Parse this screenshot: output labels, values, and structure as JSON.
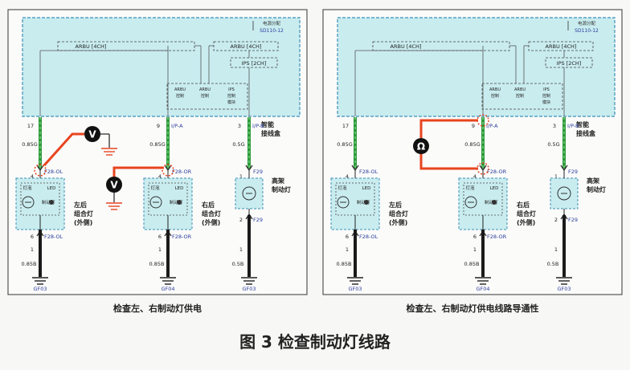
{
  "figure_caption": "图 3 检查制动灯线路",
  "panels": [
    {
      "caption": "检查左、右制动灯供电",
      "power_ref_title": "电源分配",
      "power_ref_code": "SD110-12",
      "arbu_label": "ARBU [4CH]",
      "arbu2_label": "ARBU [4CH]",
      "ips_label": "IPS [2CH]",
      "sub_labels": [
        {
          "l1": "ARBU",
          "l2": "控制"
        },
        {
          "l1": "ARBU",
          "l2": "控制"
        },
        {
          "l1": "IPS",
          "l2": "控制",
          "l3": "模块"
        }
      ],
      "junction_box": {
        "l1": "智能",
        "l2": "接线盒"
      },
      "pins_top": [
        "17",
        "9",
        "3"
      ],
      "connectors_top": [
        "",
        "I/P-A",
        "I/P-B"
      ],
      "wire_top": [
        "0.85G",
        "0.85G",
        "0.5G"
      ],
      "lamp_connectors": [
        "F28-OL",
        "F28-OR",
        "F29"
      ],
      "lamp_pins_top": [
        "4",
        "4",
        "1"
      ],
      "lamp_inner": {
        "a": "灯泡",
        "b": "LED"
      },
      "lamp_labels": [
        {
          "l1": "左后",
          "l2": "组合灯",
          "l3": "(外侧)"
        },
        {
          "l1": "右后",
          "l2": "组合灯",
          "l3": "(外侧)"
        },
        {
          "l1": "高架",
          "l2": "制动灯",
          "l3": ""
        }
      ],
      "lamp_inner_label": "制动灯",
      "lamp_pins_bottom": [
        "6",
        "6",
        "2"
      ],
      "lamp_connectors_bottom": [
        "F28-OL",
        "F28-OR",
        "F29"
      ],
      "wire_bottom_pins": [
        "1",
        "1",
        "1"
      ],
      "wire_bottom": [
        "0.85B",
        "0.85B",
        "0.5B"
      ],
      "grounds": [
        "GF03",
        "GF04",
        "GF03"
      ],
      "meter_symbol": "V"
    },
    {
      "caption": "检查左、右制动灯供电线路导通性",
      "power_ref_title": "电源分配",
      "power_ref_code": "SD110-12",
      "arbu_label": "ARBU [4CH]",
      "arbu2_label": "ARBU [4CH]",
      "ips_label": "IPS [2CH]",
      "sub_labels": [
        {
          "l1": "ARBU",
          "l2": "控制"
        },
        {
          "l1": "ARBU",
          "l2": "控制"
        },
        {
          "l1": "IPS",
          "l2": "控制",
          "l3": "模块"
        }
      ],
      "junction_box": {
        "l1": "智能",
        "l2": "接线盒"
      },
      "pins_top": [
        "17",
        "9",
        "3"
      ],
      "connectors_top": [
        "",
        "I/P-A",
        "I/P-B"
      ],
      "wire_top": [
        "0.85G",
        "0.85G",
        "0.5G"
      ],
      "lamp_connectors": [
        "F28-OL",
        "F28-OR",
        "F29"
      ],
      "lamp_pins_top": [
        "4",
        "4",
        "1"
      ],
      "lamp_inner": {
        "a": "灯泡",
        "b": "LED"
      },
      "lamp_labels": [
        {
          "l1": "左后",
          "l2": "组合灯",
          "l3": "(外侧)"
        },
        {
          "l1": "右后",
          "l2": "组合灯",
          "l3": "(外侧)"
        },
        {
          "l1": "高架",
          "l2": "制动灯",
          "l3": ""
        }
      ],
      "lamp_inner_label": "制动灯",
      "lamp_pins_bottom": [
        "6",
        "6",
        "2"
      ],
      "lamp_connectors_bottom": [
        "F28-OL",
        "F28-OR",
        "F29"
      ],
      "wire_bottom_pins": [
        "1",
        "1",
        "1"
      ],
      "wire_bottom": [
        "0.85B",
        "0.85B",
        "0.5B"
      ],
      "grounds": [
        "GF03",
        "GF04",
        "GF03"
      ],
      "meter_symbol": "Ω"
    }
  ],
  "colors": {
    "module_fill": "#c9ecef",
    "module_border": "#3c8fb6",
    "wire_green": "#2e9a3a",
    "wire_black": "#1a1a1a",
    "probe_red": "#e8441f",
    "panel_border": "#555555",
    "label_blue": "#2a3c9c"
  }
}
